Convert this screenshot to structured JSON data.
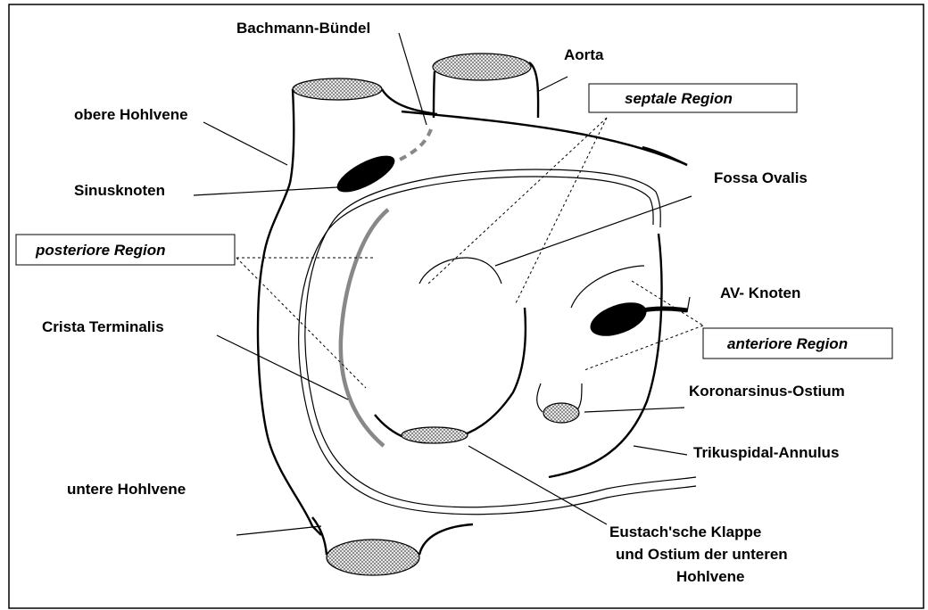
{
  "labels": {
    "bachmann": "Bachmann-Bündel",
    "aorta": "Aorta",
    "obere_hohlvene": "obere Hohlvene",
    "septale_region": "septale Region",
    "sinusknoten": "Sinusknoten",
    "fossa_ovalis": "Fossa Ovalis",
    "posteriore_region": "posteriore Region",
    "av_knoten": "AV- Knoten",
    "crista_terminalis": "Crista Terminalis",
    "anteriore_region": "anteriore Region",
    "koronarsinus": "Koronarsinus-Ostium",
    "trikuspidal": "Trikuspidal-Annulus",
    "untere_hohlvene": "untere Hohlvene",
    "eustach_line1": "Eustach'sche Klappe",
    "eustach_line2": "und Ostium der unteren",
    "eustach_line3": "Hohlvene"
  },
  "colors": {
    "outline": "#000000",
    "crista": "#888888",
    "bachmann_bundle": "#888888",
    "node_fill": "#000000"
  }
}
